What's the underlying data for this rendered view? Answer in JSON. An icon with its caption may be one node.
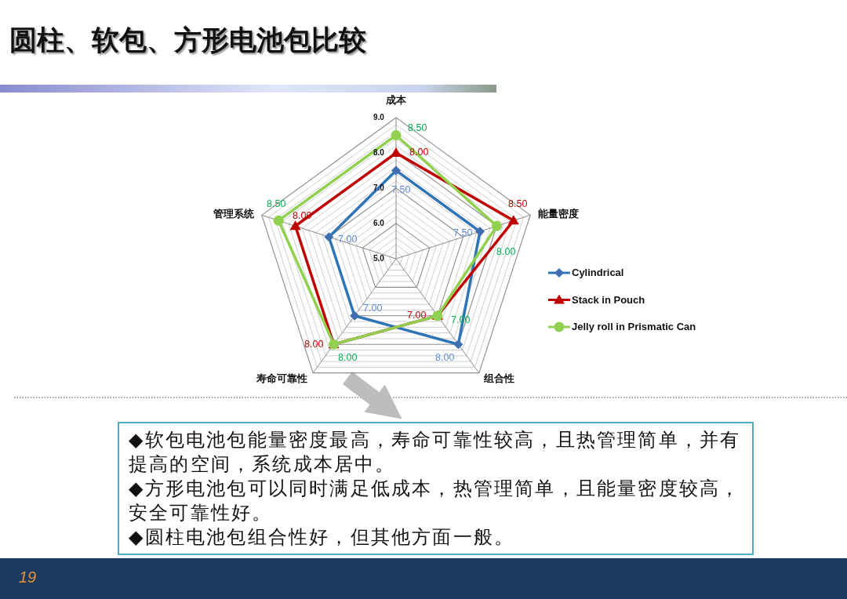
{
  "diagram": {
    "title": "圆柱、软包、方形电池包比较",
    "nodes": [
      {
        "text": [],
        "shape": "picture"
      },
      {
        "text": [
          "◆软包电池包能量密度最高，寿命可靠性较高，且热管理简单，并有提高的空间，系统成本居中。",
          "◆方形电池包可以同时满足低成本，热管理简单，且能量密度较高，安全可靠性好。",
          "◆圆柱电池包组合性好，但其他方面一般。"
        ]
      }
    ],
    "edges": [
      {
        "from": 0,
        "to": 1,
        "arrow": "to"
      }
    ],
    "labels": [
      "成本",
      "9.0",
      "8.50",
      "8.0",
      "8.00",
      "7.0",
      "7.50",
      "8.50",
      "8.50",
      "管理系统",
      "8.00",
      "能量密度",
      "6.0",
      "7.50",
      "7.00",
      "8.00",
      "5.0",
      "7.00",
      "7.00",
      "7.00",
      "8.00",
      "8.00",
      "8.00",
      "寿命可靠性",
      "组合性",
      "19"
    ],
    "legend": [
      {
        "text": "Cylindrical"
      },
      {
        "text": "Stack in Pouch"
      },
      {
        "text": "Jelly roll in Prismatic Can"
      }
    ]
  }
}
